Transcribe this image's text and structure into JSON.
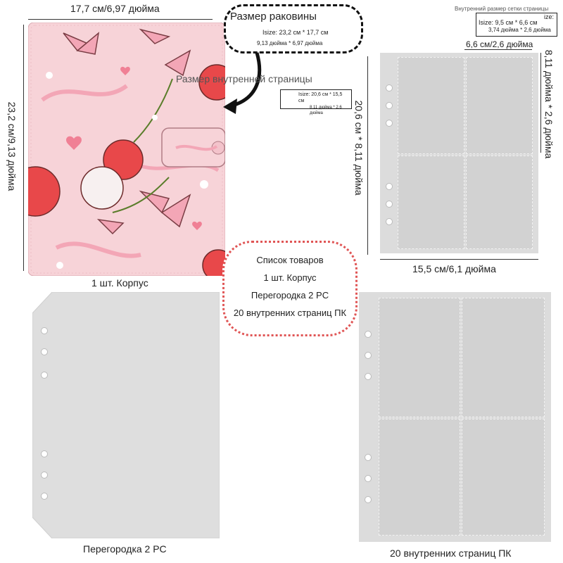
{
  "cover": {
    "width_label": "17,7 см/6,97 дюйма",
    "height_label": "23,2 см/9,13 дюйма",
    "caption": "1 шт. Корпус"
  },
  "shell_callout": {
    "title": "Размер раковины",
    "line1": "Isize: 23,2 см * 17,7 см",
    "line2": "9,13 дюйма * 6,97 дюйма"
  },
  "inner_page_callout": {
    "title": "Размер внутренней страницы",
    "line1": "Isize: 20,6 см * 15,5 см",
    "line2": "8,11 дюйма * 2,6 дюйма"
  },
  "grid_callout": {
    "title": "Внутренний размер сетки страницы",
    "corner": "ize:",
    "line1": "Isize: 9,5 см * 6,6 см",
    "line2": "3,74 дюйма * 2,6 дюйма"
  },
  "inner_page": {
    "height_label": "20,6 см * 8,11 дюйма",
    "width_label": "15,5 см/6,1 дюйма",
    "pocket_width_label": "6,6 см/2,6 дюйма",
    "pocket_height_label": "8,11 дюйма * 2,6 дюйма"
  },
  "item_list": {
    "title": "Список товаров",
    "items": [
      "1 шт. Корпус",
      "Перегородка 2 PC",
      "20 внутренних страниц ПК"
    ]
  },
  "divider": {
    "caption": "Перегородка 2 PC"
  },
  "pages": {
    "caption": "20 внутренних страниц ПК"
  },
  "colors": {
    "cover_pink": "#f7d3d8",
    "cherry_red": "#e8484a",
    "bow_pink": "#f3a6b6",
    "sheet_grey": "#dcdcdc",
    "list_border": "#e05555"
  }
}
